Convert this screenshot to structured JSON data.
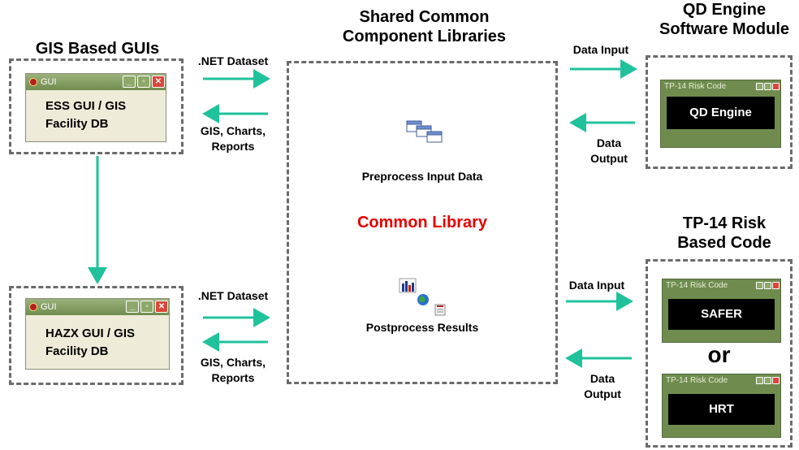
{
  "left": {
    "title": "GIS Based GUIs",
    "gui1": {
      "window_title": "GUI",
      "line1": "ESS GUI / GIS",
      "line2": "Facility DB"
    },
    "gui2": {
      "window_title": "GUI",
      "line1": "HAZX GUI / GIS",
      "line2": "Facility DB"
    }
  },
  "center": {
    "title_line1": "Shared Common",
    "title_line2": "Component Libraries",
    "preprocess": "Preprocess Input Data",
    "common_library": "Common Library",
    "postprocess": "Postprocess Results"
  },
  "connectors_left": {
    "top_dataset": ".NET Dataset",
    "top_return_1": "GIS, Charts,",
    "top_return_2": "Reports",
    "bottom_dataset": ".NET Dataset",
    "bottom_return_1": "GIS, Charts,",
    "bottom_return_2": "Reports"
  },
  "connectors_right": {
    "top_input": "Data Input",
    "top_output_1": "Data",
    "top_output_2": "Output",
    "bottom_input": "Data Input",
    "bottom_output_1": "Data",
    "bottom_output_2": "Output"
  },
  "right": {
    "qd_title_1": "QD Engine",
    "qd_title_2": "Software Module",
    "qd_window_title": "TP-14 Risk Code",
    "qd_screen": "QD Engine",
    "tp_title_1": "TP-14 Risk",
    "tp_title_2": "Based Code",
    "safer_window_title": "TP-14 Risk Code",
    "safer_screen": "SAFER",
    "or_text": "or",
    "hrt_window_title": "TP-14 Risk Code",
    "hrt_screen": "HRT"
  },
  "colors": {
    "arrow": "#1fc29b",
    "common_library": "#e60000",
    "dash": "#6b6b6b",
    "gui_bar": "#7f9b5c",
    "risk_window": "#6f8c4e"
  },
  "icons": [
    "table-stack-icon",
    "chart-globe-report-icon",
    "window-close-icon",
    "window-minimize-icon",
    "window-maximize-icon"
  ]
}
